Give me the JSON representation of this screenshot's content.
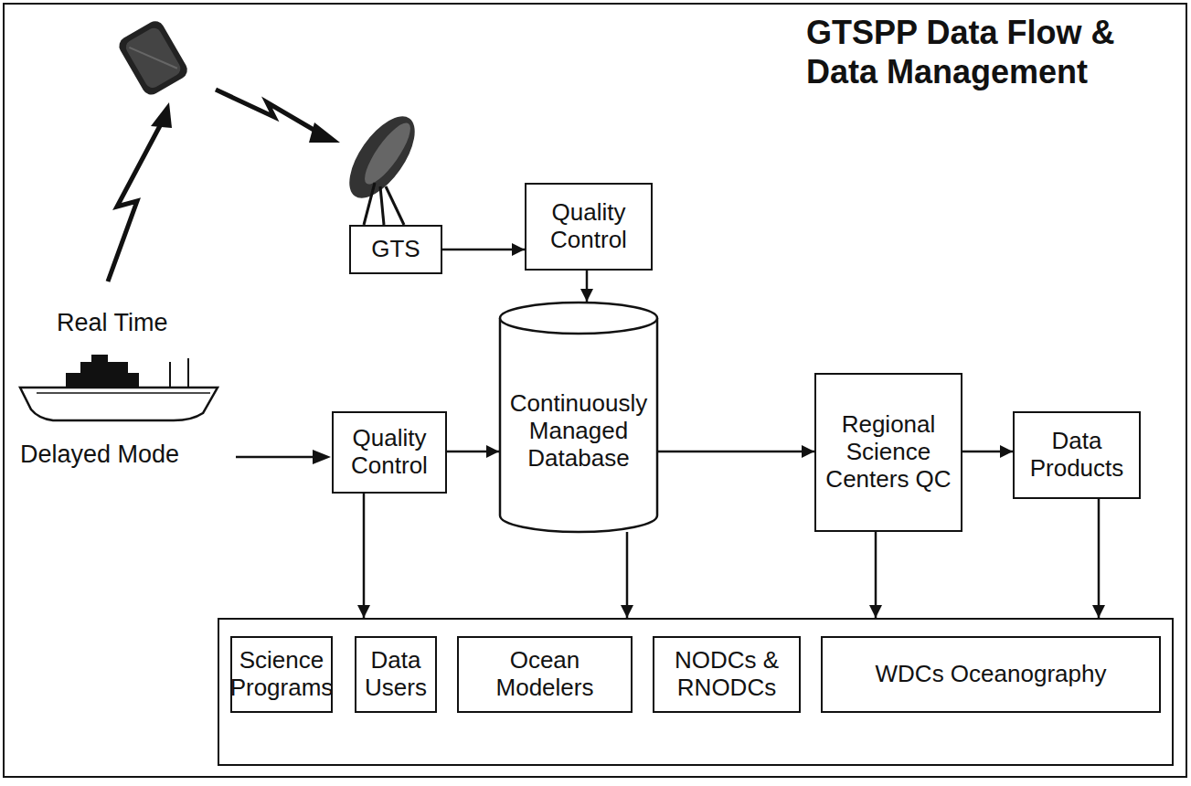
{
  "diagram": {
    "title": "GTSPP Data Flow & Data Management",
    "nodes": [
      {
        "text": [
          "GTS"
        ]
      },
      {
        "text": [
          "Quality Control"
        ]
      },
      {
        "text": [
          "Quality Control"
        ]
      },
      {
        "text": [
          "Continuously Managed Database"
        ]
      },
      {
        "text": [
          "Regional Science Centers QC"
        ]
      },
      {
        "text": [
          "Data Products"
        ]
      },
      {
        "text": []
      },
      {
        "text": [
          "Science Programs"
        ],
        "in": 6
      },
      {
        "text": [
          "Data Users"
        ],
        "in": 6
      },
      {
        "text": [
          "Ocean Modelers"
        ],
        "in": 6
      },
      {
        "text": [
          "NODCs & RNODCs"
        ],
        "in": 6
      },
      {
        "text": [
          "WDCs Oceanography"
        ],
        "in": 6
      }
    ],
    "edges": [
      {
        "from": 0,
        "to": 1,
        "arrow": "to"
      },
      {
        "from": 1,
        "to": 3,
        "arrow": "to"
      },
      {
        "from": 2,
        "to": 3,
        "arrow": "to"
      },
      {
        "from": 3,
        "to": 4,
        "arrow": "to"
      },
      {
        "from": 4,
        "to": 5,
        "arrow": "to"
      },
      {
        "from": 2,
        "to": 6,
        "arrow": "to"
      },
      {
        "from": 3,
        "to": 6,
        "arrow": "to"
      },
      {
        "from": 4,
        "to": 6,
        "arrow": "to"
      },
      {
        "from": 5,
        "to": 6,
        "arrow": "to"
      }
    ],
    "labels": [
      "Real Time",
      "Delayed Mode"
    ]
  }
}
